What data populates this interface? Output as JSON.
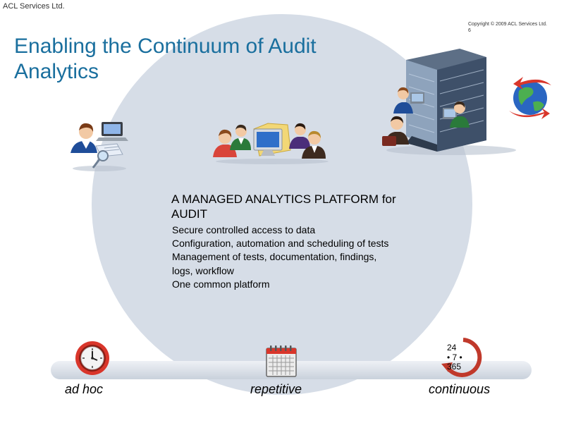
{
  "header": {
    "company": "ACL Services Ltd.",
    "copyright": "Copyright © 2009 ACL Services Ltd.",
    "slide_number": "6"
  },
  "title": {
    "line1": "Enabling the Continuum of Audit",
    "line2": "Analytics"
  },
  "platform": {
    "heading_line1": "A MANAGED ANALYTICS PLATFORM for",
    "heading_line2": "AUDIT",
    "bullets": [
      "Secure controlled access to data",
      "Configuration, automation and scheduling of tests",
      "Management of tests, documentation, findings,",
      "logs, workflow",
      "One common platform"
    ]
  },
  "stages": {
    "adhoc": "ad hoc",
    "repetitive": "repetitive",
    "continuous": "continuous"
  },
  "continuous_icon": {
    "line1": "24",
    "line2": "• 7 •",
    "line3": "365"
  },
  "colors": {
    "title": "#1a6f9e",
    "circle": "#d6dde7",
    "clock_red": "#d9362b",
    "cycle_red": "#c0392b"
  },
  "icons": [
    "clock-icon",
    "calendar-icon",
    "cycle-arrow-icon",
    "person-laptop-icon",
    "team-computer-icon",
    "office-building-icon",
    "globe-icon"
  ]
}
